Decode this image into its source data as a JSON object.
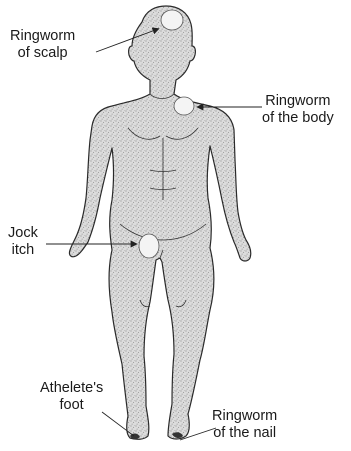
{
  "labels": {
    "scalp": [
      "Ringworm",
      "of scalp"
    ],
    "body": [
      "Ringworm",
      "of the body"
    ],
    "jock": [
      "Jock",
      "itch"
    ],
    "foot": [
      "Athelete's",
      "foot"
    ],
    "nail": [
      "Ringworm",
      "of the nail"
    ]
  },
  "colors": {
    "outline": "#2a2a2a",
    "stipple": "#7a7a7a",
    "lesion": "#f4f4f4",
    "text": "#1a1a1a"
  }
}
